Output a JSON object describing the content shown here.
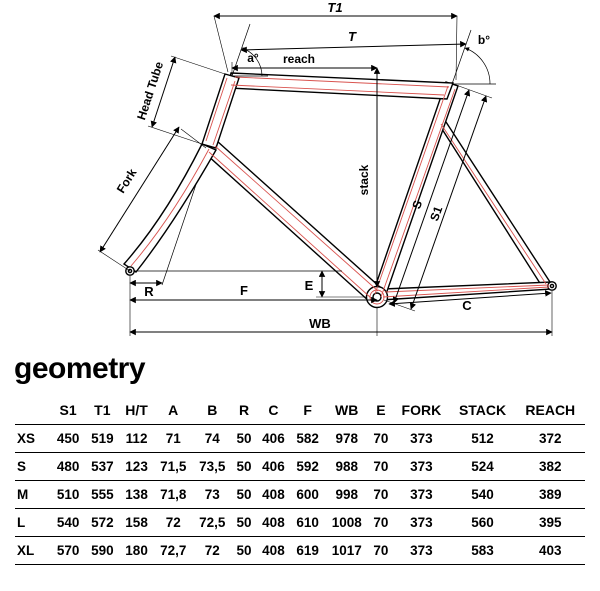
{
  "title": "geometry",
  "diagram": {
    "accent_color": "#d9534f",
    "labels": {
      "t1": "T1",
      "t": "T",
      "a_angle": "a°",
      "b_angle": "b°",
      "reach": "reach",
      "head_tube": "Head Tube",
      "fork": "Fork",
      "stack": "stack",
      "s": "S",
      "s1": "S1",
      "r": "R",
      "f": "F",
      "e": "E",
      "c": "C",
      "wb": "WB"
    }
  },
  "table": {
    "columns": [
      "S1",
      "T1",
      "H/T",
      "A",
      "B",
      "R",
      "C",
      "F",
      "WB",
      "E",
      "FORK",
      "STACK",
      "REACH"
    ],
    "rows": [
      {
        "size": "XS",
        "values": [
          "450",
          "519",
          "112",
          "71",
          "74",
          "50",
          "406",
          "582",
          "978",
          "70",
          "373",
          "512",
          "372"
        ]
      },
      {
        "size": "S",
        "values": [
          "480",
          "537",
          "123",
          "71,5",
          "73,5",
          "50",
          "406",
          "592",
          "988",
          "70",
          "373",
          "524",
          "382"
        ]
      },
      {
        "size": "M",
        "values": [
          "510",
          "555",
          "138",
          "71,8",
          "73",
          "50",
          "408",
          "600",
          "998",
          "70",
          "373",
          "540",
          "389"
        ]
      },
      {
        "size": "L",
        "values": [
          "540",
          "572",
          "158",
          "72",
          "72,5",
          "50",
          "408",
          "610",
          "1008",
          "70",
          "373",
          "560",
          "395"
        ]
      },
      {
        "size": "XL",
        "values": [
          "570",
          "590",
          "180",
          "72,7",
          "72",
          "50",
          "408",
          "619",
          "1017",
          "70",
          "373",
          "583",
          "403"
        ]
      }
    ]
  }
}
